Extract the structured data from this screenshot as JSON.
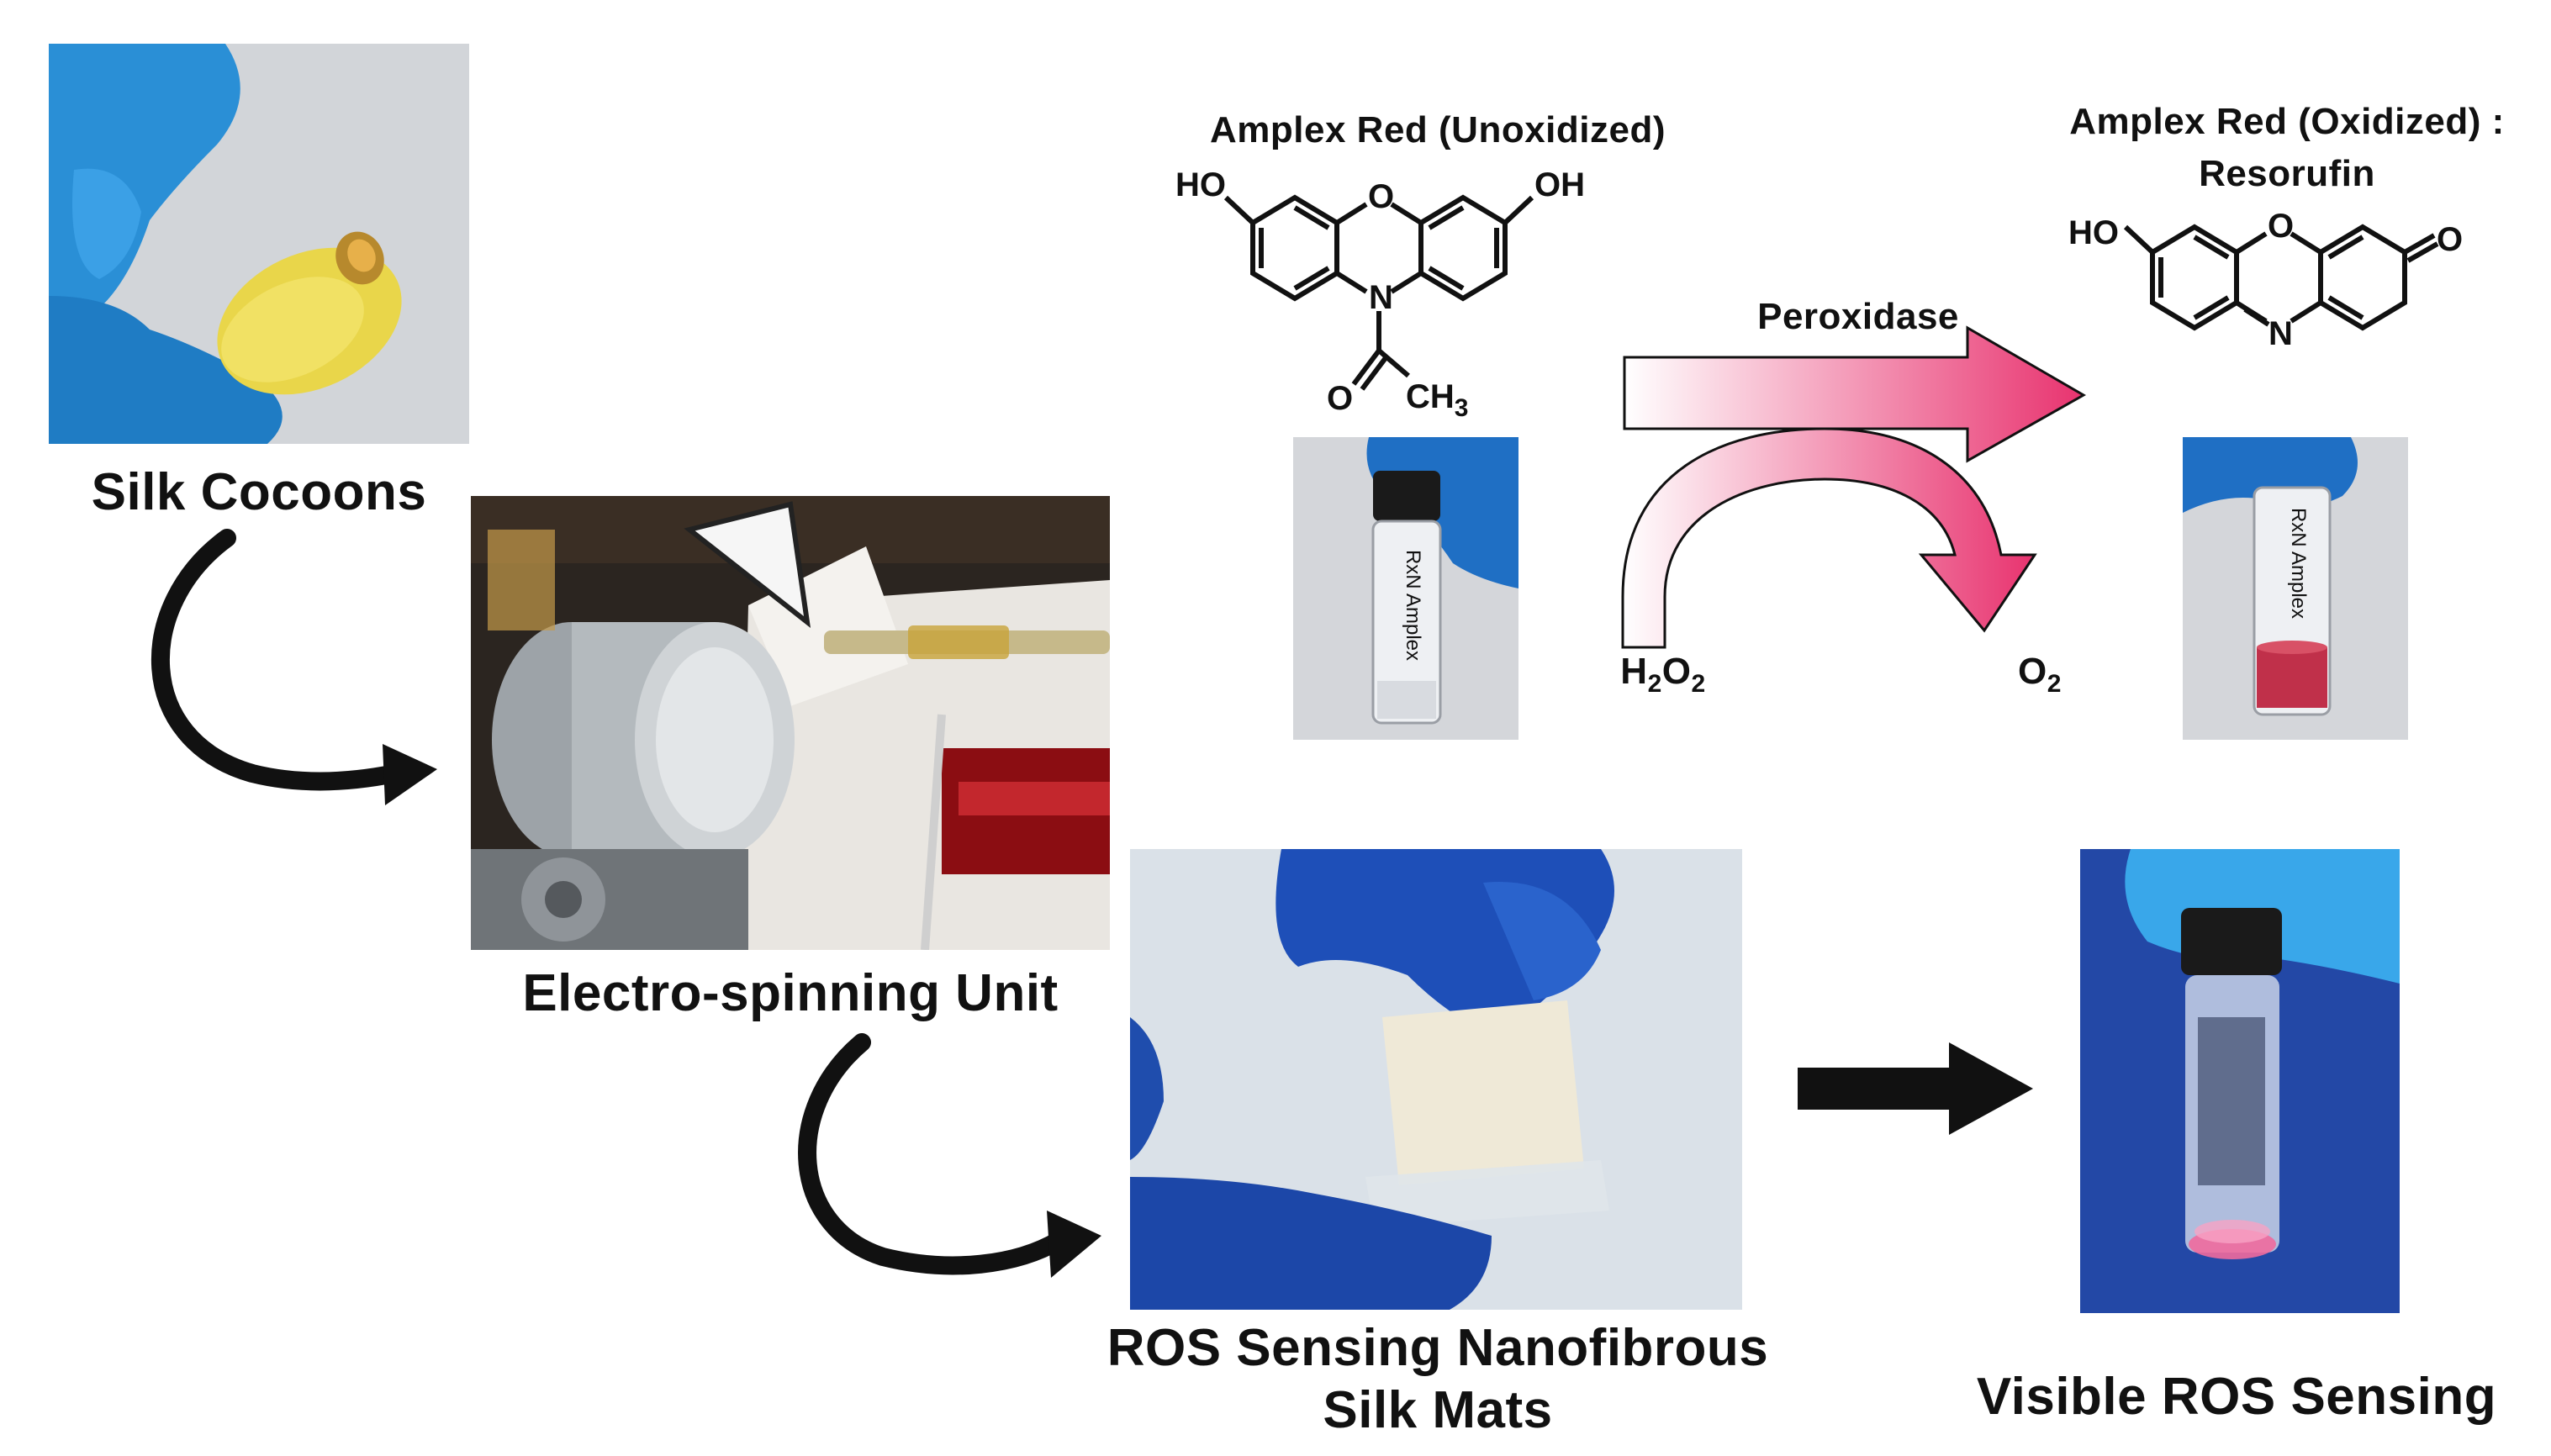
{
  "steps": [
    {
      "id": "cocoons",
      "label": "Silk Cocoons"
    },
    {
      "id": "electrospinning",
      "label": "Electro-spinning Unit"
    },
    {
      "id": "mats",
      "label_line1": "ROS Sensing Nanofibrous",
      "label_line2": "Silk Mats"
    },
    {
      "id": "sensing",
      "label": "Visible ROS Sensing"
    }
  ],
  "reaction": {
    "reactant_title": "Amplex Red (Unoxidized)",
    "product_title_line1": "Amplex Red (Oxidized) :",
    "product_title_line2": "Resorufin",
    "enzyme": "Peroxidase",
    "substrate_main": "H",
    "substrate_sub1": "2",
    "substrate_mid": "O",
    "substrate_sub2": "2",
    "by_product_main": "O",
    "by_product_sub": "2",
    "atoms": {
      "ho_left": "HO",
      "oh_right": "OH",
      "ring_o": "O",
      "ring_n": "N",
      "carbonyl_o": "O",
      "methyl_main": "CH",
      "methyl_sub": "3",
      "prod_ho": "HO",
      "prod_ring_o": "O",
      "prod_ring_n": "N",
      "prod_keto_o": "O"
    },
    "vial_text": "RxN Amplex"
  },
  "colors": {
    "arrow_gradient_start": "#ffffff",
    "arrow_gradient_end": "#e8336f",
    "glove_blue": "#2a8fd6",
    "resorufin_red": "#c0304a"
  }
}
